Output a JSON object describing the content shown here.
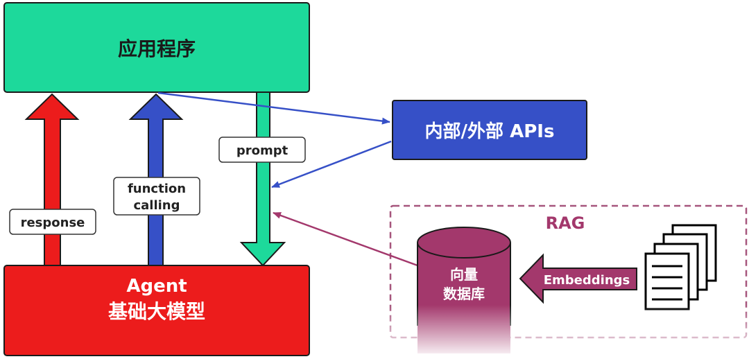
{
  "app_box": {
    "label": "应用程序",
    "color": "#1dd99b"
  },
  "api_box": {
    "label": "内部/外部 APIs",
    "color": "#3650c7"
  },
  "agent_box": {
    "line1": "Agent",
    "line2": "基础大模型",
    "color": "#ec1c1c"
  },
  "arrows": {
    "response": {
      "label": "response",
      "color": "#ec1c1c"
    },
    "function_calling": {
      "label_line1": "function",
      "label_line2": "calling",
      "color": "#3650c7"
    },
    "prompt": {
      "label": "prompt",
      "color": "#1dd99b"
    }
  },
  "rag": {
    "title": "RAG",
    "db_line1": "向量",
    "db_line2": "数据库",
    "embeddings_label": "Embeddings",
    "color": "#a3386c",
    "border_color": "#a6557c"
  },
  "documents_icon": "document-stack-icon"
}
